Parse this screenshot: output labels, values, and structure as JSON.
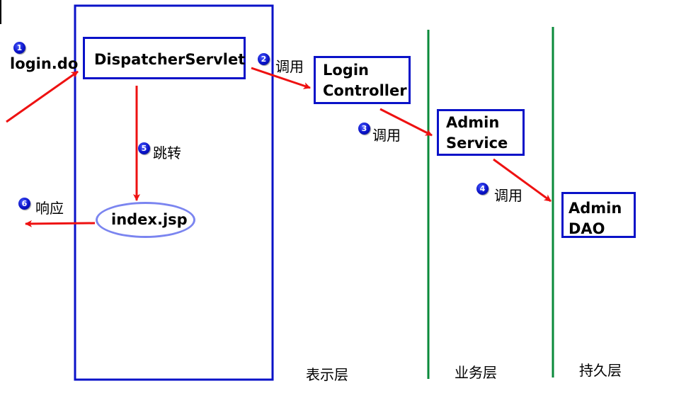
{
  "colors": {
    "box_border": "#0a12c8",
    "arrow": "#ee1111",
    "layer_line": "#0a8a3a",
    "oval_border": "#7b85f0",
    "step_badge": "#0a12c8"
  },
  "request": {
    "label": "login.do"
  },
  "dispatcher": {
    "label": "DispatcherServlet"
  },
  "login_controller": {
    "line1": "Login",
    "line2": "Controller"
  },
  "admin_service": {
    "line1": "Admin",
    "line2": "Service"
  },
  "admin_dao": {
    "line1": "Admin",
    "line2": "DAO"
  },
  "view": {
    "label": "index.jsp"
  },
  "steps": [
    {
      "number": "1",
      "text": ""
    },
    {
      "number": "2",
      "text": "调用"
    },
    {
      "number": "3",
      "text": "调用"
    },
    {
      "number": "4",
      "text": "调用"
    },
    {
      "number": "5",
      "text": "跳转"
    },
    {
      "number": "6",
      "text": "响应"
    }
  ],
  "layers": {
    "presentation": "表示层",
    "business": "业务层",
    "persistence": "持久层"
  }
}
